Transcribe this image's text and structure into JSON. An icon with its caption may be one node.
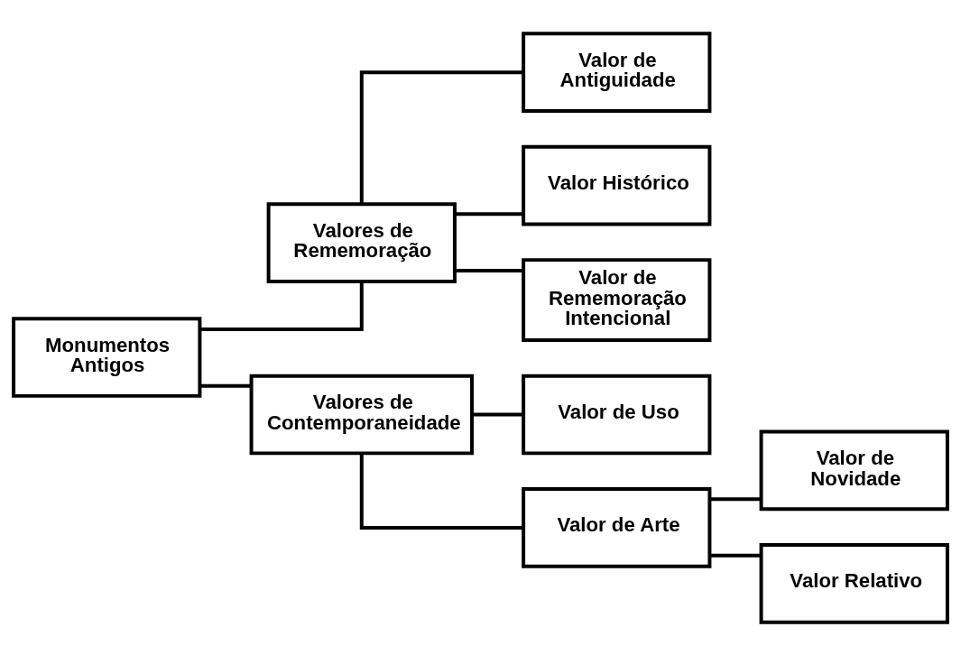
{
  "diagram": {
    "nodes": [
      {
        "text": [
          "Monumentos Antigos"
        ]
      },
      {
        "text": [
          "Valores de Rememoração"
        ]
      },
      {
        "text": [
          "Valor de Antiguidade"
        ]
      },
      {
        "text": [
          "Valor Histórico"
        ]
      },
      {
        "text": [
          "Valor de Rememoração Intencional"
        ]
      },
      {
        "text": [
          "Valores de Contemporaneidade"
        ]
      },
      {
        "text": [
          "Valor de Uso"
        ]
      },
      {
        "text": [
          "Valor de Arte"
        ]
      },
      {
        "text": [
          "Valor de Novidade"
        ]
      },
      {
        "text": [
          "Valor Relativo"
        ]
      }
    ],
    "edges": [
      {
        "from": 0,
        "to": 1,
        "arrow": "none"
      },
      {
        "from": 0,
        "to": 5,
        "arrow": "none"
      },
      {
        "from": 1,
        "to": 2,
        "arrow": "none"
      },
      {
        "from": 1,
        "to": 3,
        "arrow": "none"
      },
      {
        "from": 1,
        "to": 4,
        "arrow": "none"
      },
      {
        "from": 5,
        "to": 6,
        "arrow": "none"
      },
      {
        "from": 5,
        "to": 7,
        "arrow": "none"
      },
      {
        "from": 7,
        "to": 8,
        "arrow": "none"
      },
      {
        "from": 7,
        "to": 9,
        "arrow": "none"
      }
    ]
  }
}
